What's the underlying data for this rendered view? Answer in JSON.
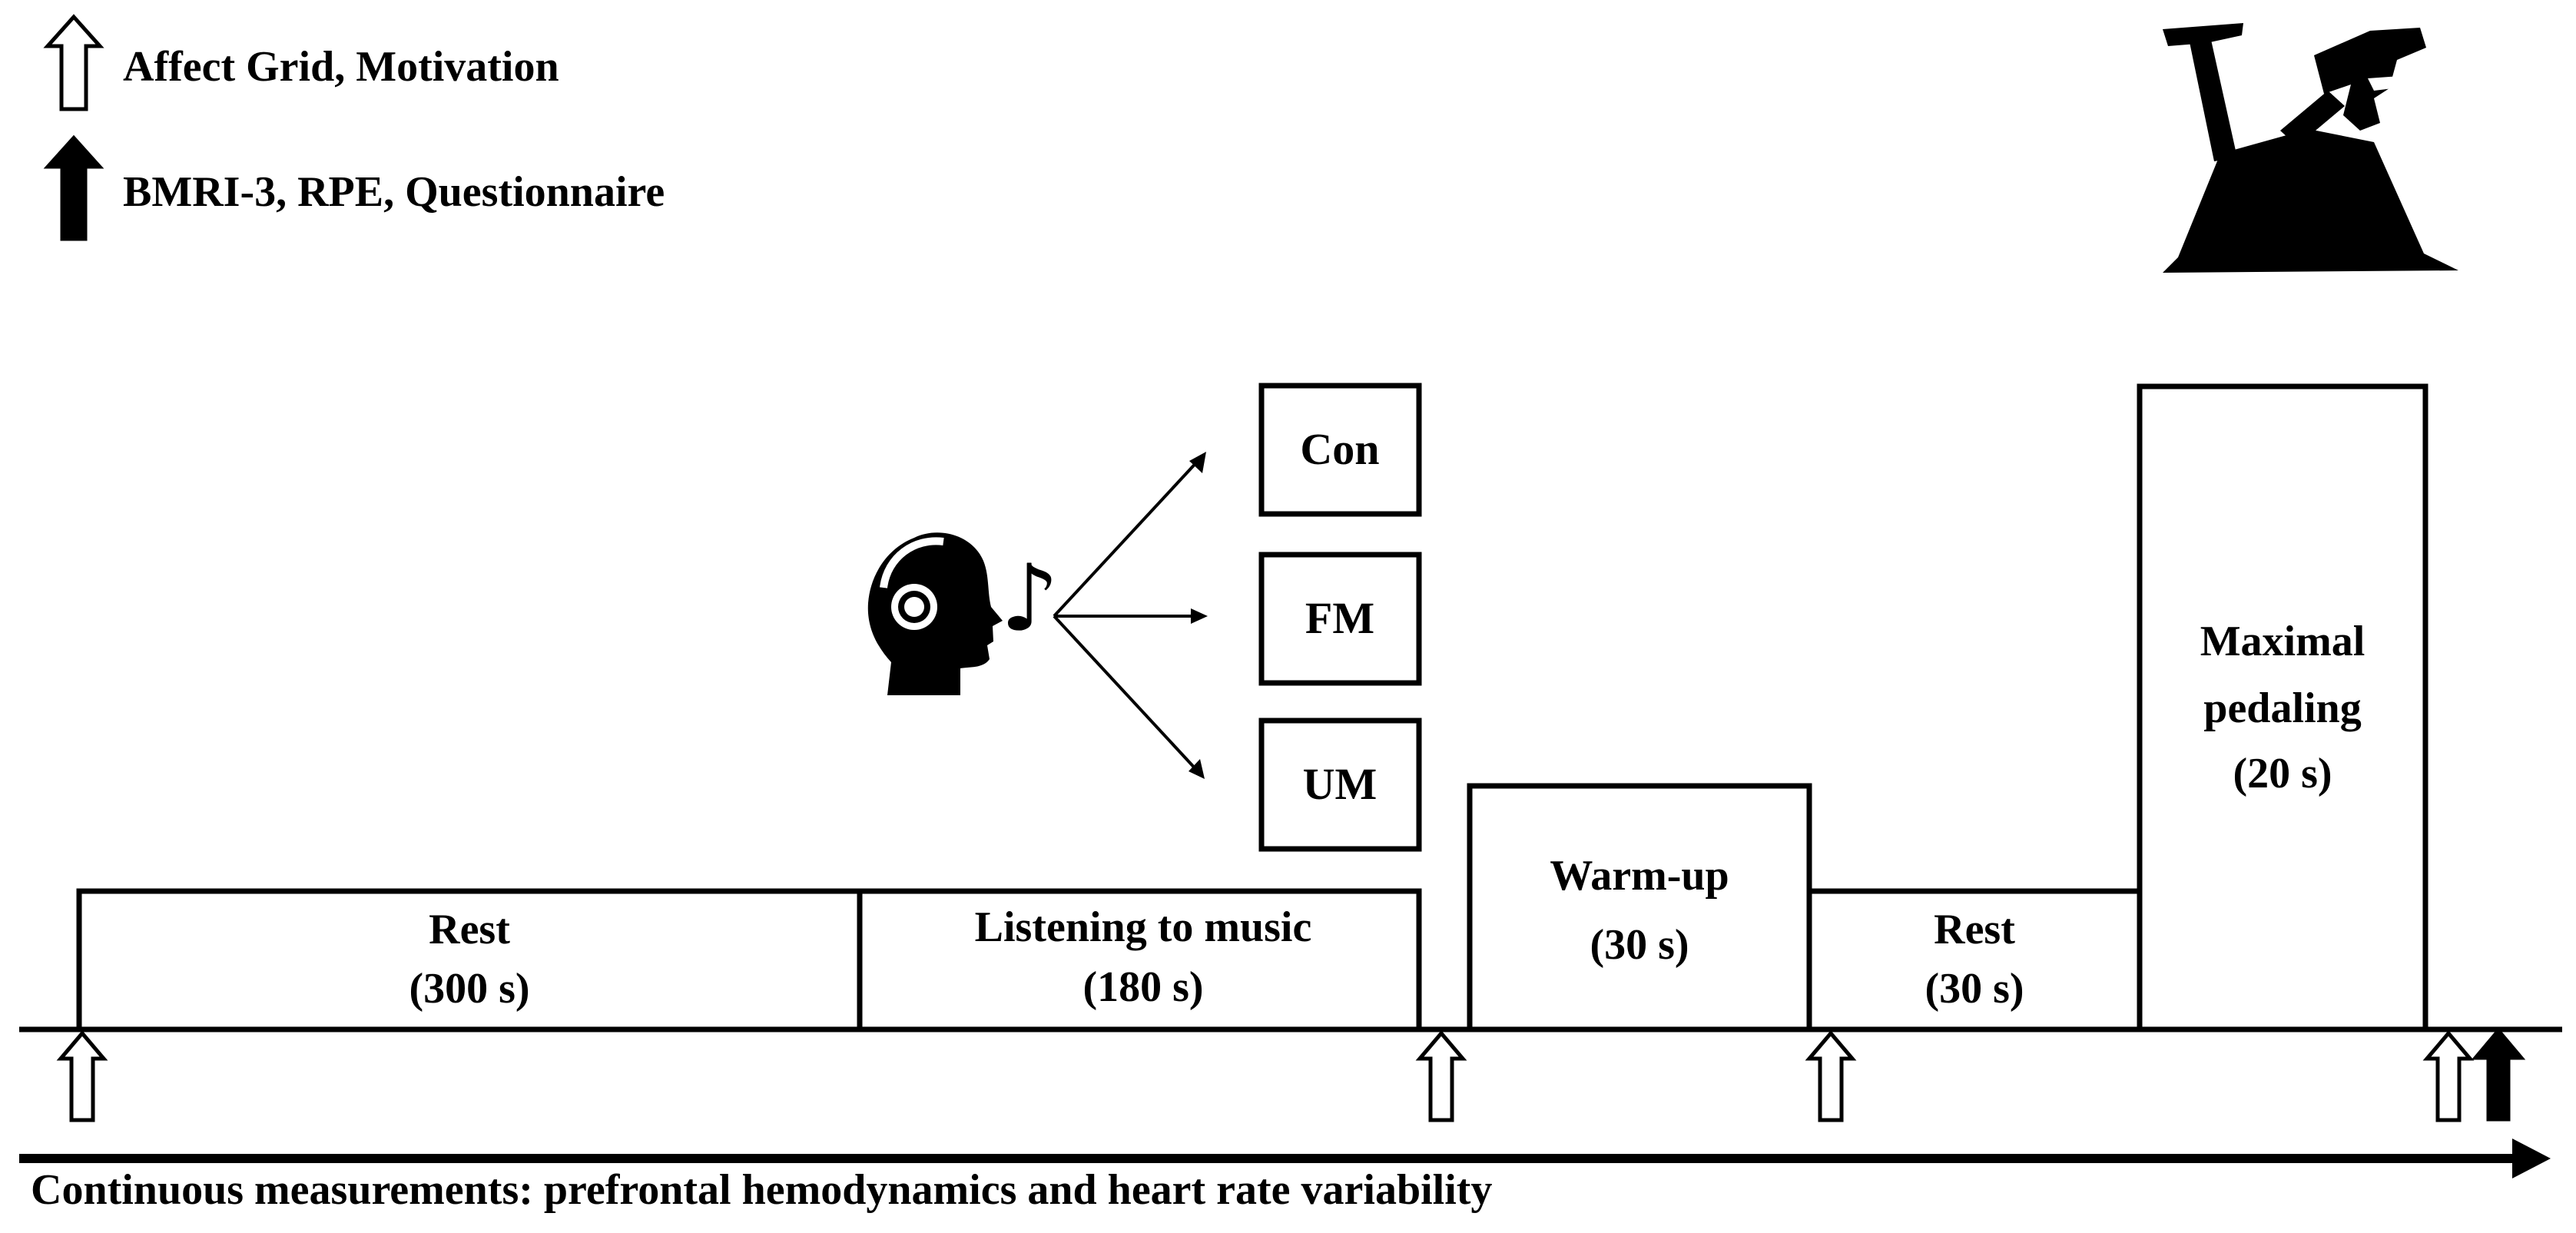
{
  "legend": {
    "open_arrow_label": "Affect Grid, Motivation",
    "filled_arrow_label": "BMRI-3, RPE, Questionnaire"
  },
  "phases": {
    "rest1": {
      "line1": "Rest",
      "line2": "(300 s)"
    },
    "music": {
      "line1": "Listening to music",
      "line2": "(180 s)"
    },
    "warmup": {
      "line1": "Warm-up",
      "line2": "(30 s)"
    },
    "rest2": {
      "line1": "Rest",
      "line2": "(30 s)"
    },
    "maximal": {
      "line1": "Maximal",
      "line2": "pedaling",
      "line3": "(20 s)"
    }
  },
  "conditions": [
    "Con",
    "FM",
    "UM"
  ],
  "music_note": "♪",
  "footer": {
    "continuous_label": "Continuous measurements: prefrontal hemodynamics and heart rate variability"
  },
  "icons": {
    "listener": "head-with-headphones-icon",
    "bike": "exercise-bike-icon"
  },
  "colors": {
    "ink": "#000000",
    "paper": "#ffffff"
  }
}
